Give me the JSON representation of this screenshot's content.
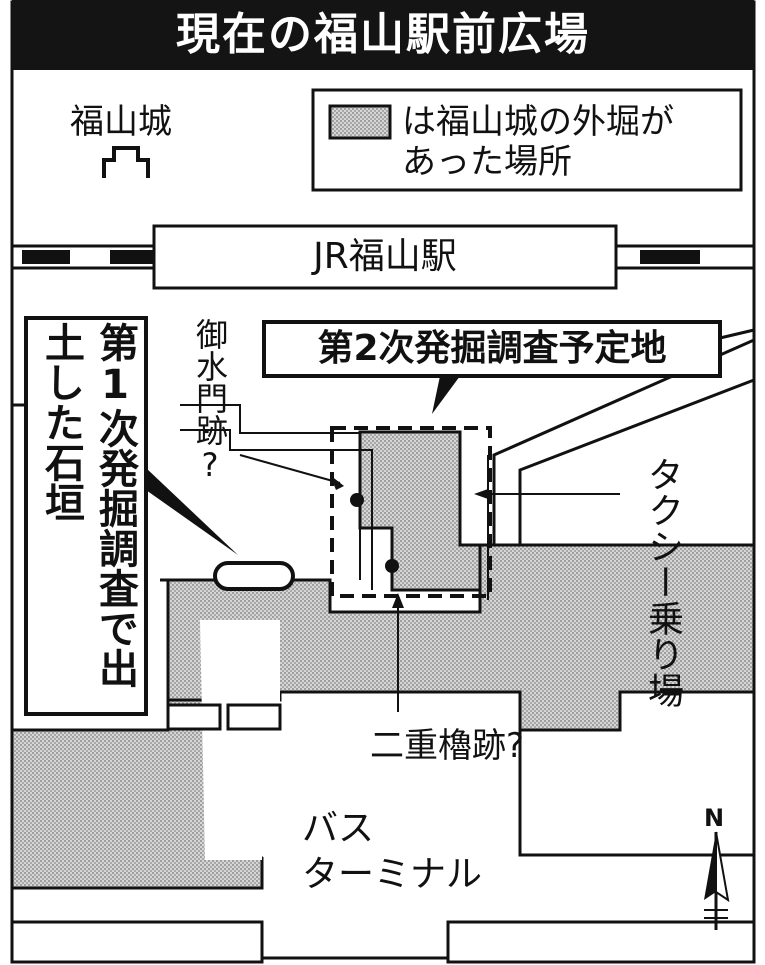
{
  "title": "現在の福山駅前広場",
  "castle": {
    "label": "福山城"
  },
  "legend": {
    "line1": "は福山城の外堀が",
    "line2": "あった場所"
  },
  "station": {
    "label": "JR福山駅"
  },
  "dig2": {
    "label": "第2次発掘調査予定地"
  },
  "dig1": {
    "label": "第1次発掘調査で出土した石垣"
  },
  "gate": {
    "label": "御水門跡?"
  },
  "tower": {
    "label": "二重櫓跡?"
  },
  "taxi": {
    "label": "タクシー乗り場"
  },
  "bus": {
    "line1": "バス",
    "line2": "ターミナル"
  },
  "north": {
    "label": "N"
  },
  "colors": {
    "moat_fill": "#c8c8c8",
    "ink": "#111111",
    "title_bg": "#141414"
  }
}
